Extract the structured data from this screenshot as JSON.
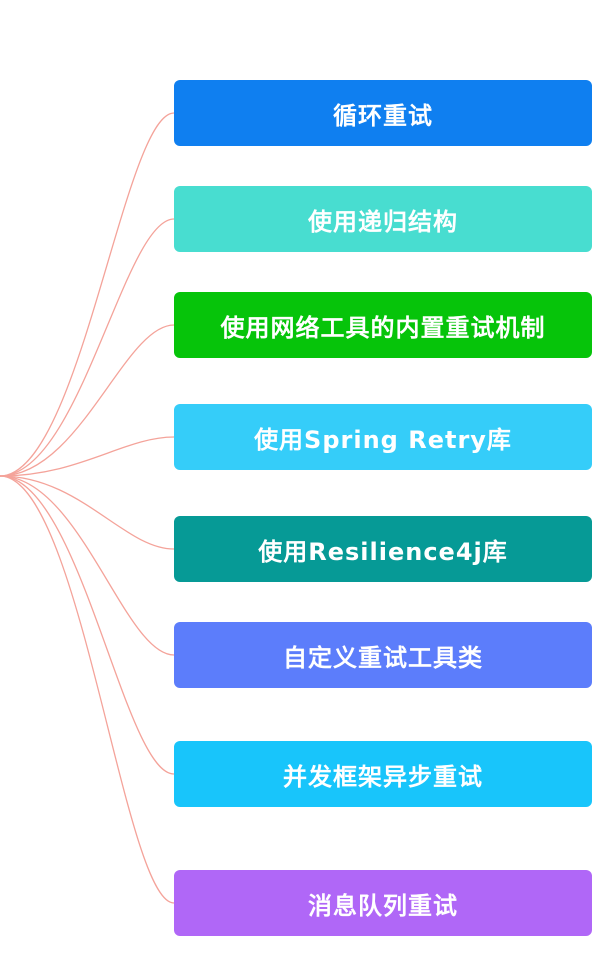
{
  "diagram": {
    "line_color": "#f4a39a",
    "nodes": [
      {
        "label": "循环重试",
        "color": "#0f7ff0"
      },
      {
        "label": "使用递归结构",
        "color": "#48ddd0"
      },
      {
        "label": "使用网络工具的内置重试机制",
        "color": "#06c40a"
      },
      {
        "label": "使用Spring Retry库",
        "color": "#35cdf9"
      },
      {
        "label": "使用Resilience4j库",
        "color": "#069a96"
      },
      {
        "label": "自定义重试工具类",
        "color": "#5c7dfb"
      },
      {
        "label": "并发框架异步重试",
        "color": "#18c5fb"
      },
      {
        "label": "消息队列重试",
        "color": "#b067f7"
      }
    ]
  }
}
